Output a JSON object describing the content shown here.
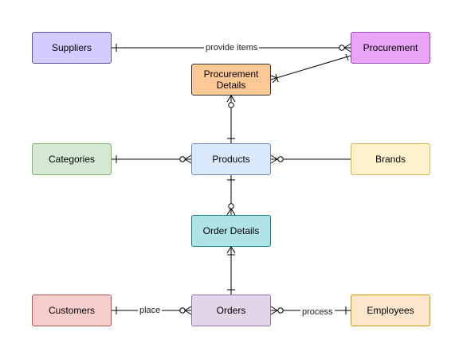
{
  "entities": {
    "suppliers": {
      "label": "Suppliers",
      "fill": "#d4ccff",
      "stroke": "#5a4fa0"
    },
    "procurement": {
      "label": "Procurement",
      "fill": "#e8a5f7",
      "stroke": "#a04ab8"
    },
    "procurement_details": {
      "label": "Procurement\nDetails",
      "fill": "#fcc896",
      "stroke": "#333333"
    },
    "categories": {
      "label": "Categories",
      "fill": "#d5e8d4",
      "stroke": "#82b366"
    },
    "products": {
      "label": "Products",
      "fill": "#dae8fc",
      "stroke": "#6c8ebf"
    },
    "brands": {
      "label": "Brands",
      "fill": "#fff2cc",
      "stroke": "#d6b656"
    },
    "order_details": {
      "label": "Order Details",
      "fill": "#b0e3e6",
      "stroke": "#0e8088"
    },
    "customers": {
      "label": "Customers",
      "fill": "#f8cecc",
      "stroke": "#b85450"
    },
    "orders": {
      "label": "Orders",
      "fill": "#e1d5e7",
      "stroke": "#9673a6"
    },
    "employees": {
      "label": "Employees",
      "fill": "#ffe6cc",
      "stroke": "#d79b00"
    }
  },
  "relationships": {
    "provide_items": "provide items",
    "place": "place",
    "process": "process"
  }
}
